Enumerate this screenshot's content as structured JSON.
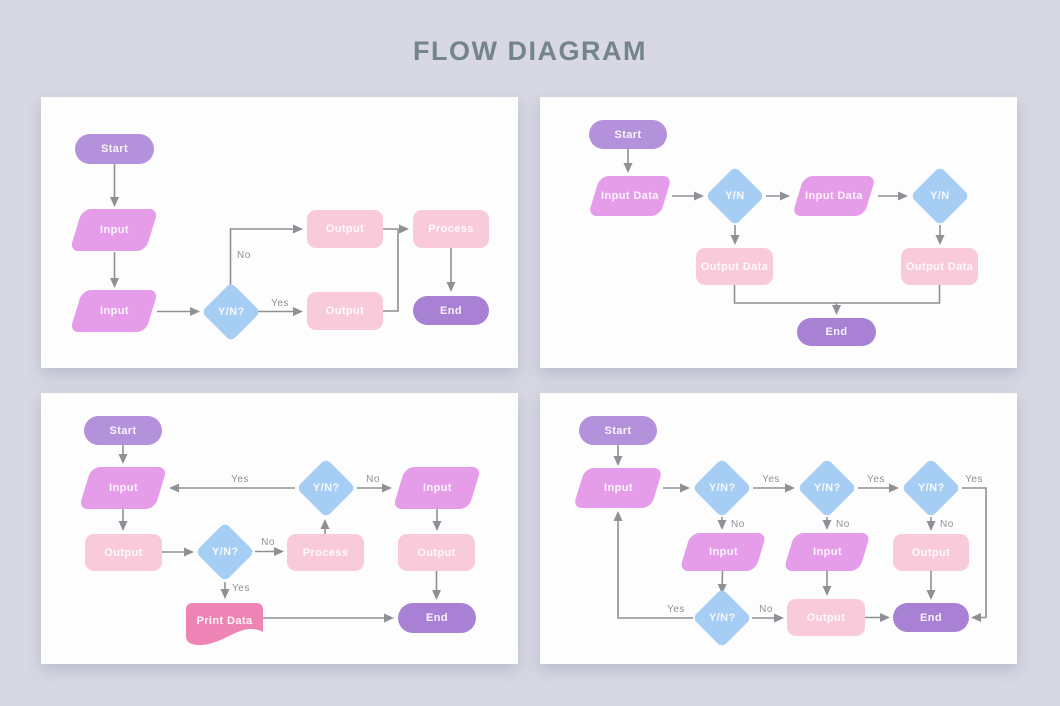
{
  "title": "FLOW DIAGRAM",
  "colors": {
    "bg": "#d7d8e3",
    "panel": "#fdfdfe",
    "title": "#73848d",
    "start": "#b491db",
    "end": "#a981d4",
    "input": "#e59ce9",
    "output": "#f9cada",
    "decision": "#a6cdf4",
    "print": "#ee83b5",
    "arrow": "#8f9095",
    "label": "#8f9198"
  },
  "panels": {
    "p1": {
      "nodes": {
        "start": "Start",
        "input1": "Input",
        "input2": "Input",
        "decision": "Y/N?",
        "output_top": "Output",
        "output_bottom": "Output",
        "process": "Process",
        "end": "End"
      },
      "labels": {
        "no": "No",
        "yes": "Yes"
      }
    },
    "p2": {
      "nodes": {
        "start": "Start",
        "input1": "Input Data",
        "decision1": "Y/N",
        "input2": "Input Data",
        "decision2": "Y/N",
        "output1": "Output Data",
        "output2": "Output Data",
        "end": "End"
      }
    },
    "p3": {
      "nodes": {
        "start": "Start",
        "input1": "Input",
        "output1": "Output",
        "decision_bottom": "Y/N?",
        "process": "Process",
        "decision_top": "Y/N?",
        "input2": "Input",
        "output2": "Output",
        "print": "Print Data",
        "end": "End"
      },
      "labels": {
        "bottom_no": "No",
        "bottom_yes": "Yes",
        "top_yes": "Yes",
        "top_no": "No"
      }
    },
    "p4": {
      "nodes": {
        "start": "Start",
        "input_left": "Input",
        "decision1": "Y/N?",
        "decision2": "Y/N?",
        "decision3": "Y/N?",
        "input1": "Input",
        "input2": "Input",
        "output_right": "Output",
        "decision4": "Y/N?",
        "output_bottom": "Output",
        "end": "End"
      },
      "labels": {
        "d1_yes": "Yes",
        "d2_yes": "Yes",
        "d3_yes": "Yes",
        "d1_no": "No",
        "d2_no": "No",
        "d3_no": "No",
        "d4_yes": "Yes",
        "d4_no": "No"
      }
    }
  }
}
